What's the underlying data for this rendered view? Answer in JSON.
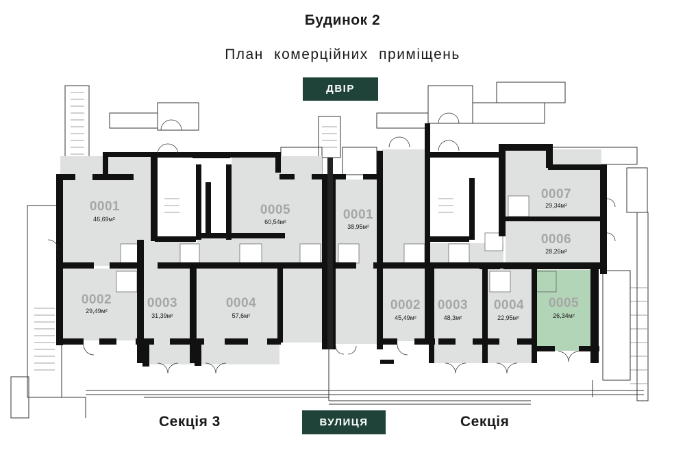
{
  "title": "Будинок 2",
  "subtitle": "План комерційних приміщень",
  "labels": {
    "yard": "ДВІР",
    "street": "ВУЛИЦЯ",
    "section_left": "Секція 3",
    "section_right": "Секція"
  },
  "colors": {
    "room_fill": "#dfe1e1",
    "highlight_fill": "#b2d4b7",
    "wall": "#111111",
    "tag_bg": "#1f4338"
  },
  "rooms": [
    {
      "number": "0001",
      "area": "46,69м²"
    },
    {
      "number": "0005",
      "area": "60,54м²"
    },
    {
      "number": "0001",
      "area": "38,95м²"
    },
    {
      "number": "0007",
      "area": "29,34м²"
    },
    {
      "number": "0006",
      "area": "28,26м²"
    },
    {
      "number": "0002",
      "area": "29,49м²"
    },
    {
      "number": "0003",
      "area": "31,39м²"
    },
    {
      "number": "0004",
      "area": "57,6м²"
    },
    {
      "number": "0002",
      "area": "45,49м²"
    },
    {
      "number": "0003",
      "area": "48,3м²"
    },
    {
      "number": "0004",
      "area": "22,95м²"
    },
    {
      "number": "0005",
      "area": "26,34м²",
      "highlighted": true
    }
  ]
}
